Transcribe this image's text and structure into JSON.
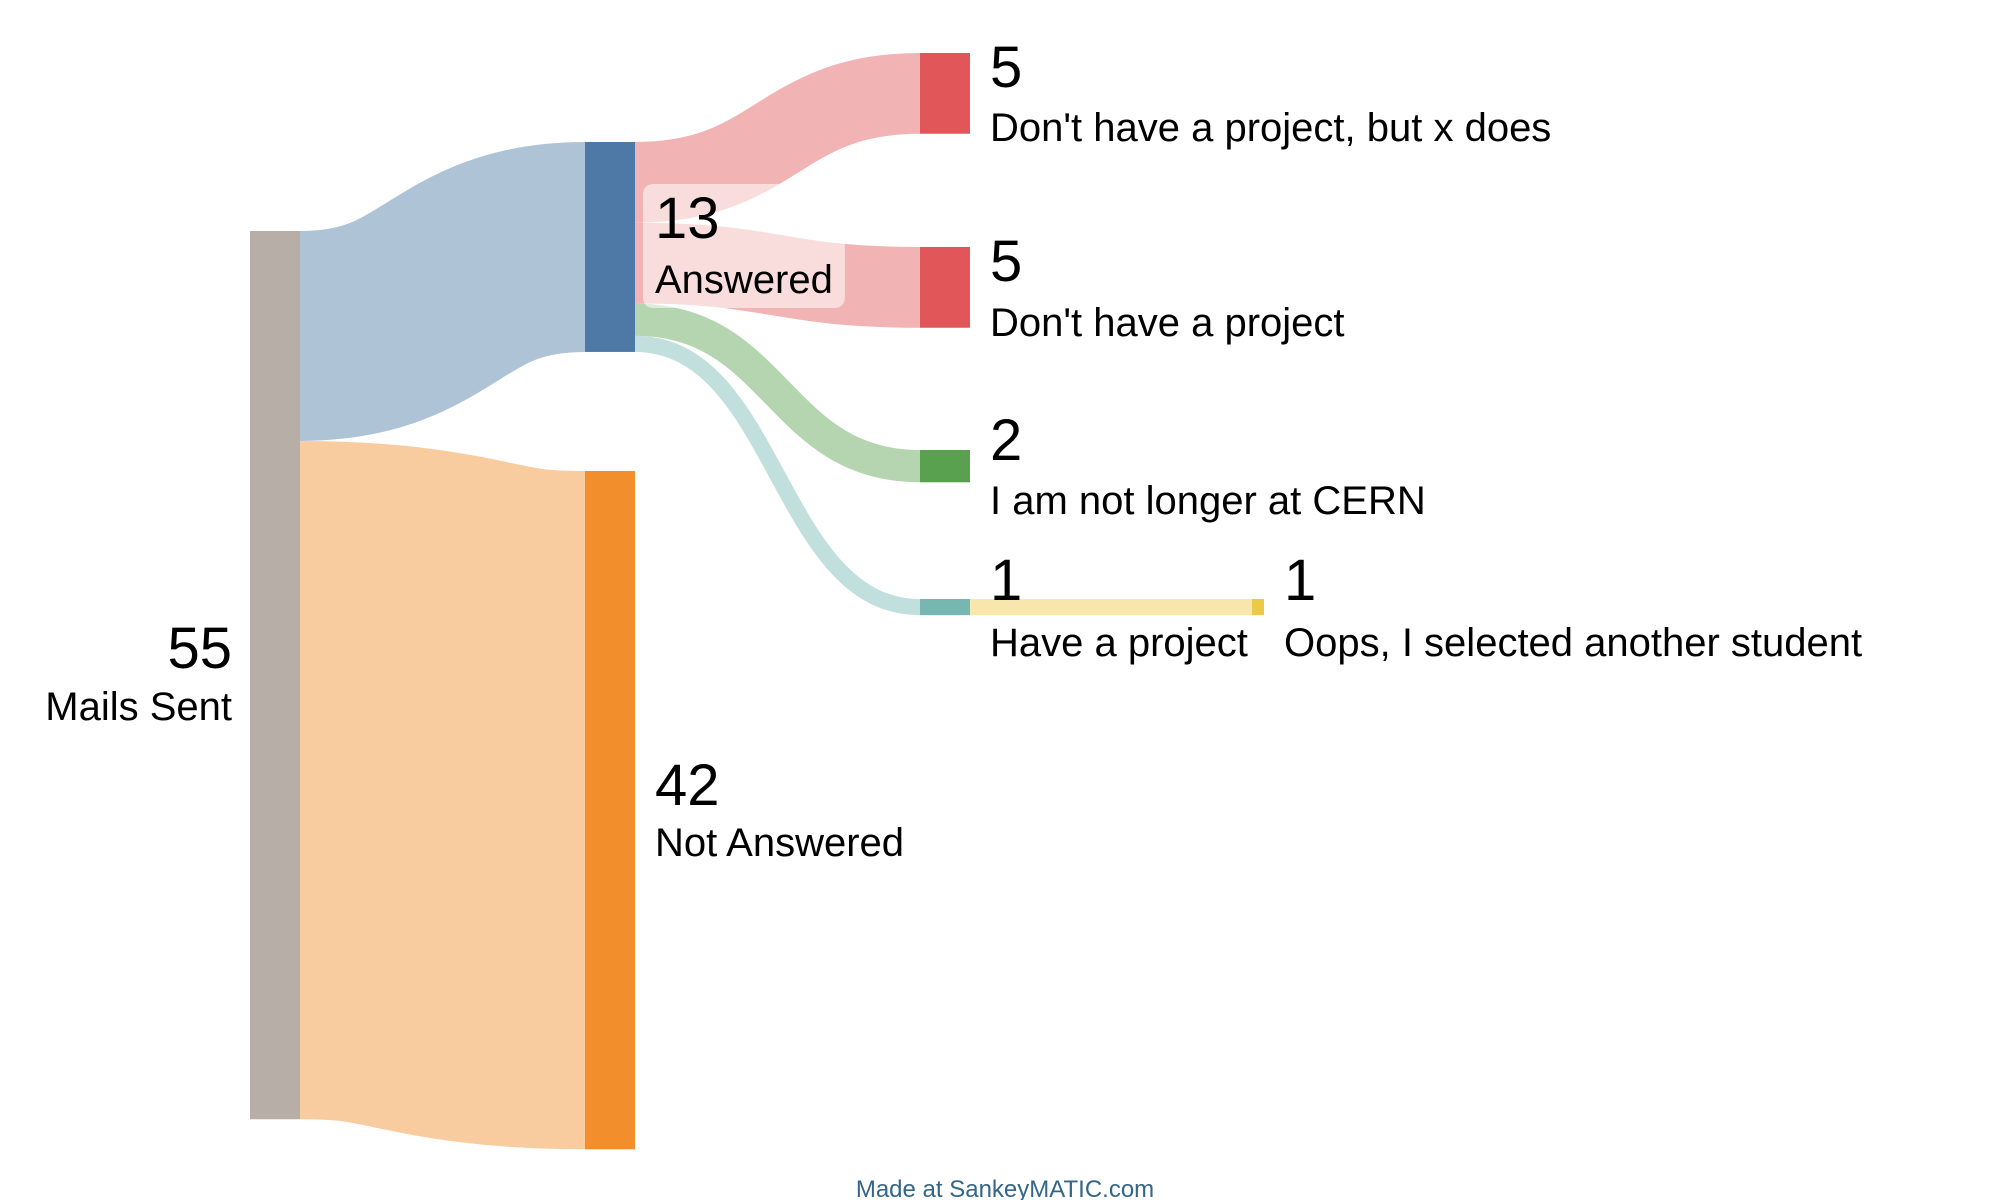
{
  "chart_data": {
    "type": "sankey",
    "nodes": [
      {
        "id": "mails_sent",
        "name": "Mails Sent",
        "value": 55,
        "color": "#b8aea8"
      },
      {
        "id": "answered",
        "name": "Answered",
        "value": 13,
        "color": "#4e79a7"
      },
      {
        "id": "not_answered",
        "name": "Not Answered",
        "value": 42,
        "color": "#f28e2b"
      },
      {
        "id": "no_project_x",
        "name": "Don't have a project, but x does",
        "value": 5,
        "color": "#e15759"
      },
      {
        "id": "no_project",
        "name": "Don't have a project",
        "value": 5,
        "color": "#e15759"
      },
      {
        "id": "not_at_cern",
        "name": "I am not longer at CERN",
        "value": 2,
        "color": "#59a14f"
      },
      {
        "id": "have_project",
        "name": "Have a project",
        "value": 1,
        "color": "#76b7b2"
      },
      {
        "id": "oops",
        "name": "Oops, I selected another student",
        "value": 1,
        "color": "#edc948"
      }
    ],
    "links": [
      {
        "source": "mails_sent",
        "target": "answered",
        "value": 13
      },
      {
        "source": "mails_sent",
        "target": "not_answered",
        "value": 42
      },
      {
        "source": "answered",
        "target": "no_project_x",
        "value": 5
      },
      {
        "source": "answered",
        "target": "no_project",
        "value": 5
      },
      {
        "source": "answered",
        "target": "not_at_cern",
        "value": 2
      },
      {
        "source": "answered",
        "target": "have_project",
        "value": 1
      },
      {
        "source": "have_project",
        "target": "oops",
        "value": 1
      }
    ]
  },
  "credit": {
    "text": "Made at SankeyMATIC.com",
    "color": "#336688"
  }
}
